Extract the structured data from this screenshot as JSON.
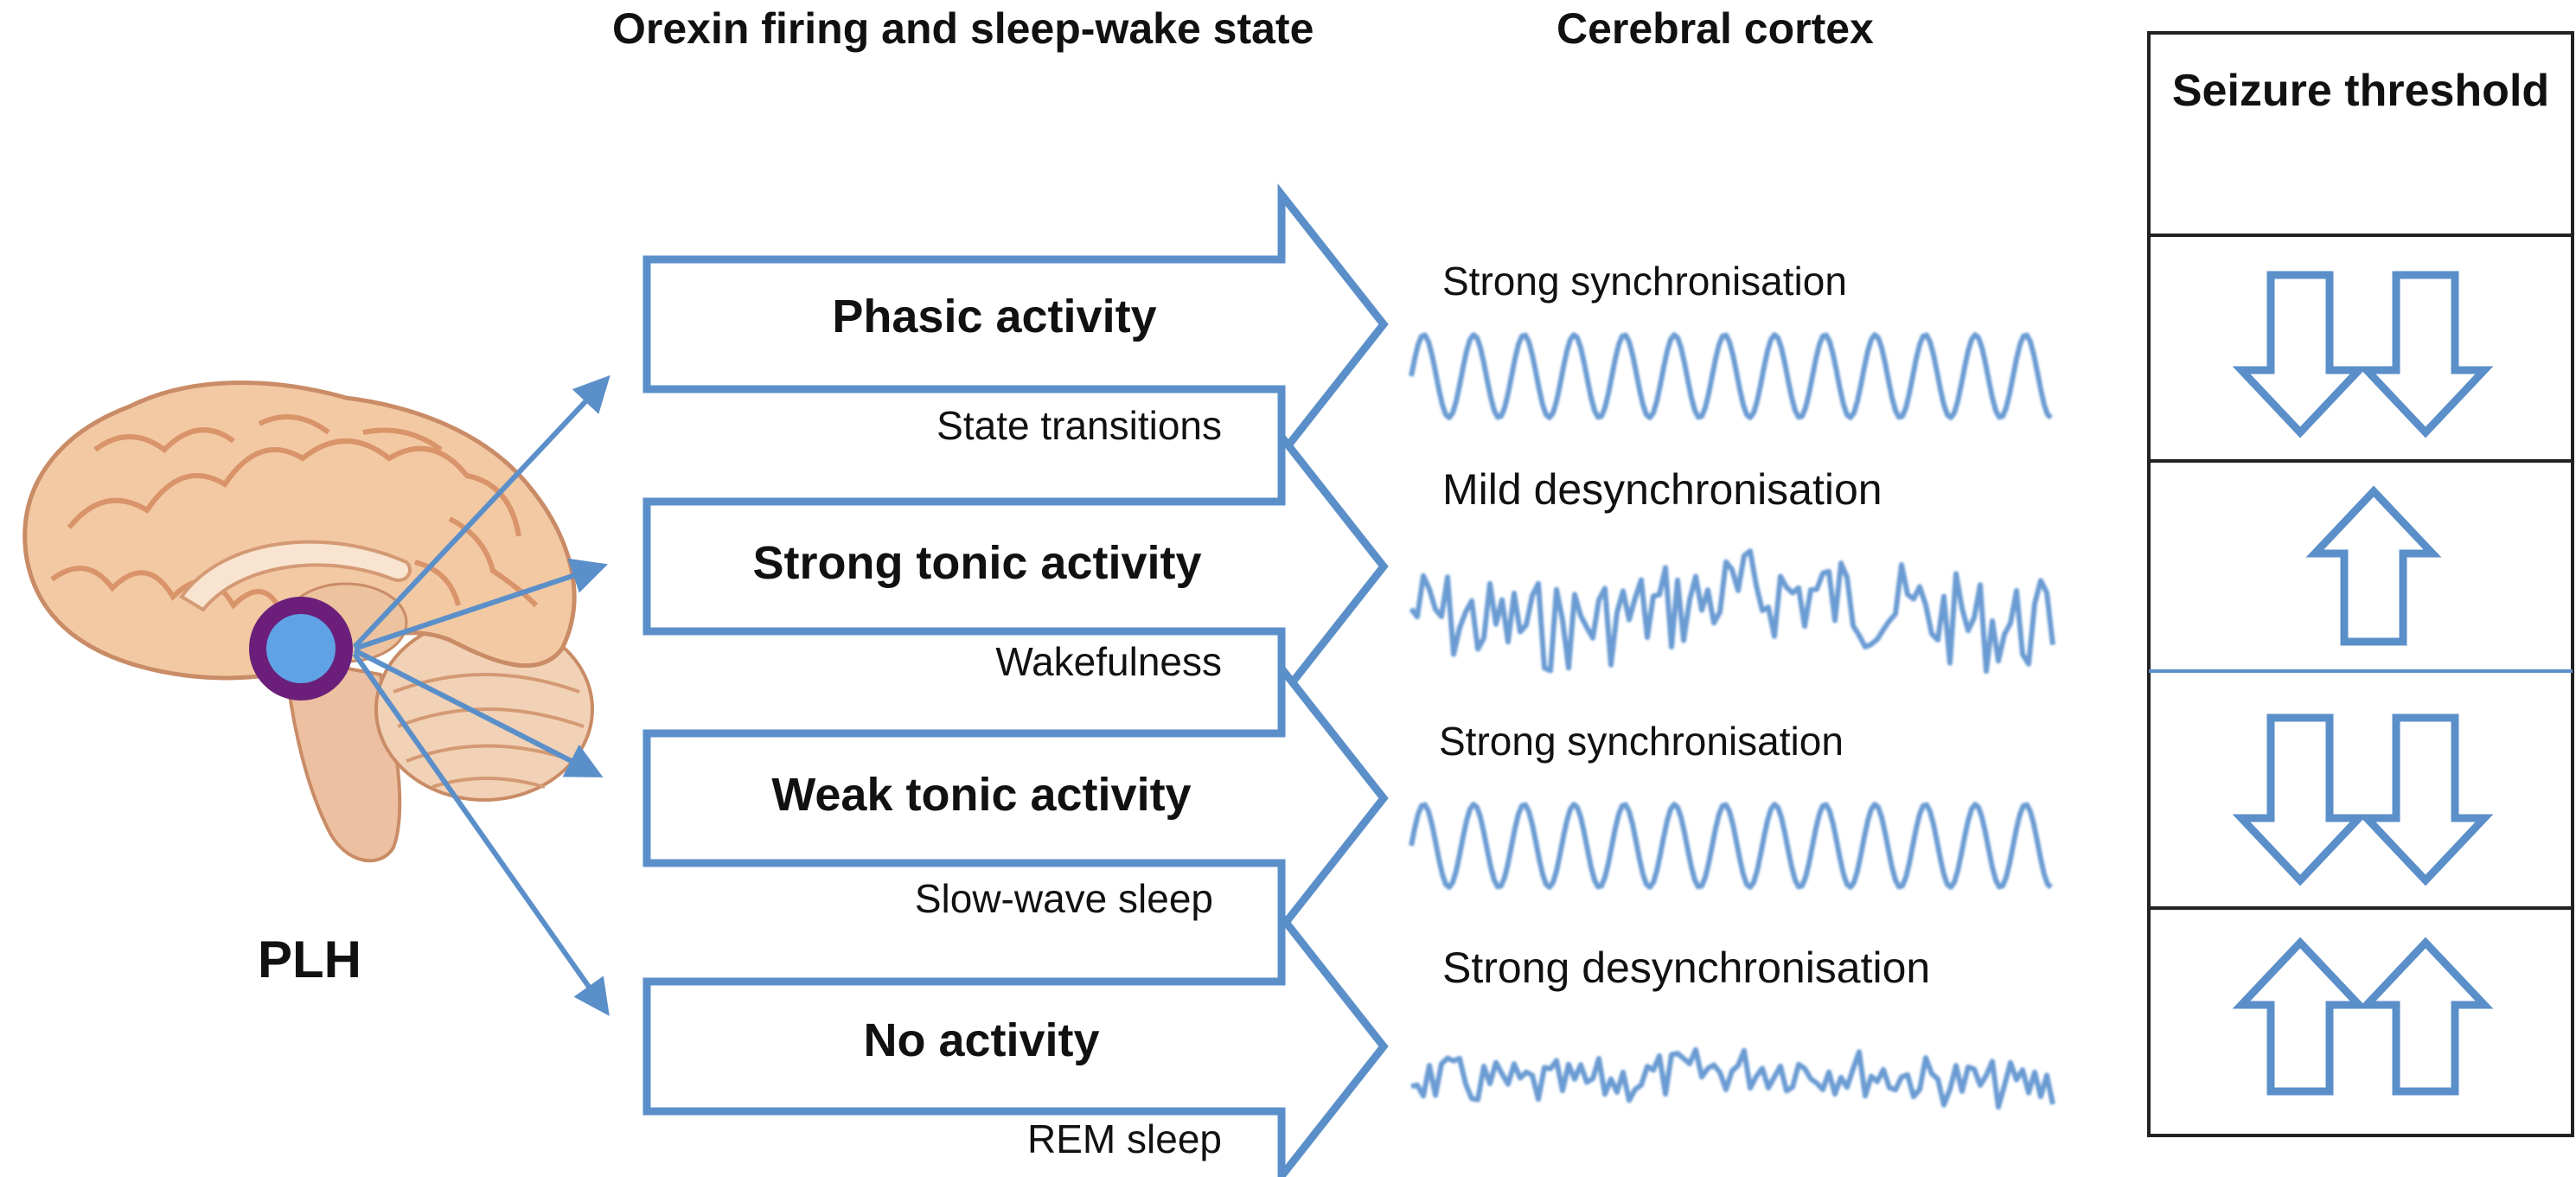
{
  "headers": {
    "orexin": "Orexin firing and sleep-wake state",
    "cortex": "Cerebral cortex",
    "seizure": "Seizure threshold"
  },
  "region_label": "PLH",
  "colors": {
    "arrow_stroke": "#5b8fc9",
    "wave": "#6a9bd3",
    "nucleus_fill": "#5fa3e6",
    "nucleus_ring": "#6b1f7a",
    "brain_fill": "#f3c9a3",
    "brain_fold": "#d9946a",
    "table_border": "#222222"
  },
  "rows": [
    {
      "activity": "Phasic activity",
      "state": "State transitions",
      "cortex": "Strong synchronisation",
      "wave": "sync",
      "threshold": "decrease",
      "arrow_count": 2
    },
    {
      "activity": "Strong tonic activity",
      "state": "Wakefulness",
      "cortex": "Mild desynchronisation",
      "wave": "desync-mild",
      "threshold": "increase",
      "arrow_count": 1
    },
    {
      "activity": "Weak tonic activity",
      "state": "Slow-wave sleep",
      "cortex": "Strong synchronisation",
      "wave": "sync",
      "threshold": "decrease",
      "arrow_count": 2
    },
    {
      "activity": "No activity",
      "state": "REM sleep",
      "cortex": "Strong desynchronisation",
      "wave": "desync-strong",
      "threshold": "increase",
      "arrow_count": 2
    }
  ]
}
